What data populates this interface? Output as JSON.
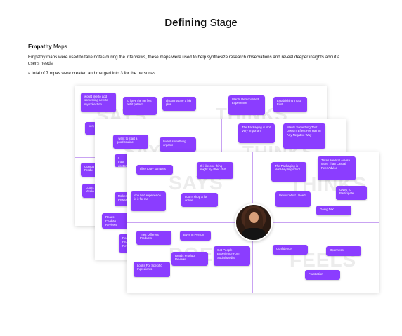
{
  "title": {
    "bold": "Defining",
    "rest": " Stage"
  },
  "section": {
    "bold": "Empathy",
    "rest": " Maps"
  },
  "description": "Empathy maps were used to take notes during the interviews, these maps were used to help synthesize research observations and reveal deeper insights about a user's needs",
  "summary": "a total of 7 mpas were created and merged into 3 for the personas",
  "watermarks": {
    "says": "SAYS",
    "thinks": "THINKS",
    "does": "DOES",
    "feels": "FEELS"
  },
  "back_map": {
    "notes": [
      "would like to add something new to my collection",
      "to have the perfect outfit pattern",
      "discounts are a big plus",
      "Wants Personalized Experience",
      "Establishing Trust First",
      "very",
      "Compa Produ",
      "Looks Media"
    ]
  },
  "middle_map": {
    "notes": [
      "I want to start a good routine",
      "I want something organic",
      "I trust doctors",
      "The Packaging is Not Very Important",
      "Wants Something That Doesn't Effect Her Hair In Any Negative Way",
      "Makes Product",
      "Reads Product Reviews",
      "Reads Products Reviews"
    ]
  },
  "front_map": {
    "says": [
      "I like to try samples",
      "If i like one thing i might try other stuff",
      "one bad experience is it for me",
      "I don't shop a lot online"
    ],
    "thinks": [
      "The Packaging is Not Very Important",
      "Takes Medical Advise More Than Casual Peer Advice",
      "I know What I Need",
      "Gives To Participate",
      "Going DIY"
    ],
    "does": [
      "Tries Different Products",
      "Buys In Person",
      "Reads Product Reviews",
      "Get People Experience Form Social Media",
      "Looks For Specific Ingredients"
    ],
    "feels": [
      "Confidence",
      "Openness",
      "Frustration"
    ]
  }
}
